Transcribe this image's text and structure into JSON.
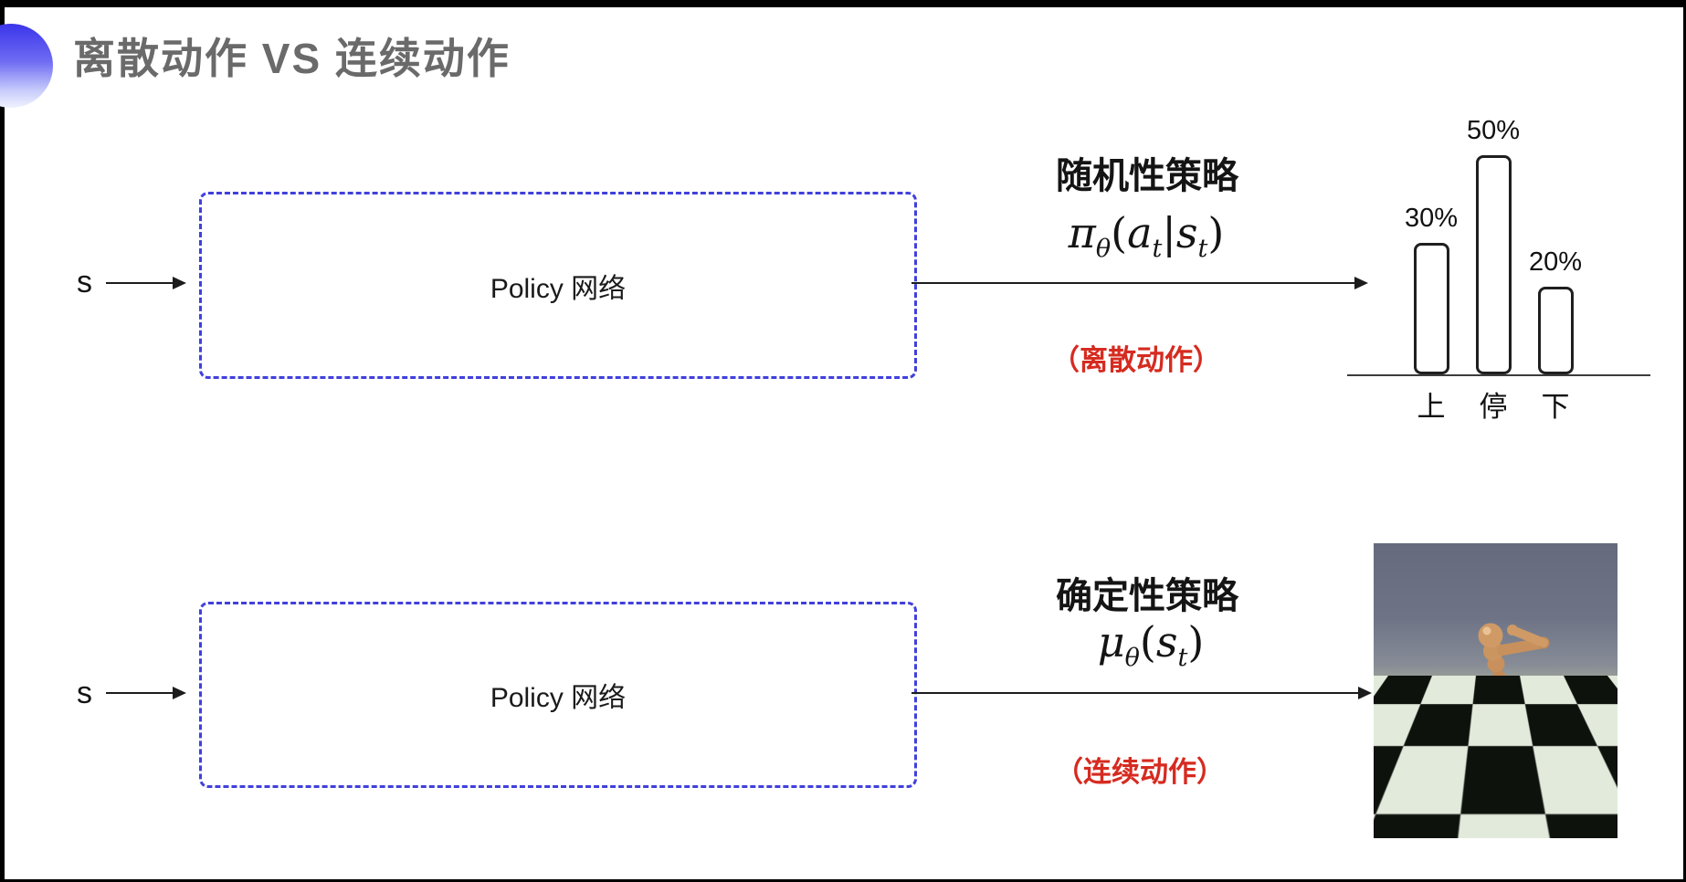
{
  "slide": {
    "title": "离散动作 VS 连续动作"
  },
  "colors": {
    "accent_blue": "#4040dd",
    "highlight_red": "#d62b20",
    "title_gray": "#6a6a6a"
  },
  "top_row": {
    "input_label": "s",
    "box_label": "Policy 网络",
    "policy_name": "随机性策略",
    "formula": {
      "base1": "π",
      "sub1": "θ",
      "open": "(",
      "base2": "a",
      "sub2": "t",
      "pipe": "|",
      "base3": "s",
      "sub3": "t",
      "close": ")"
    },
    "action_note": "（离散动作）"
  },
  "bottom_row": {
    "input_label": "s",
    "box_label": "Policy 网络",
    "policy_name": "确定性策略",
    "formula": {
      "base1": "μ",
      "sub1": "θ",
      "open": "(",
      "base2": "s",
      "sub2": "t",
      "close": ")"
    },
    "action_note": "（连续动作）"
  },
  "chart_data": {
    "type": "bar",
    "categories": [
      "上",
      "停",
      "下"
    ],
    "values": [
      30,
      50,
      20
    ],
    "value_labels": [
      "30%",
      "50%",
      "20%"
    ],
    "ylim": [
      0,
      55
    ],
    "grid": false,
    "legend": false
  },
  "media": {
    "name": "mujoco-humanoid-on-checkerboard"
  }
}
